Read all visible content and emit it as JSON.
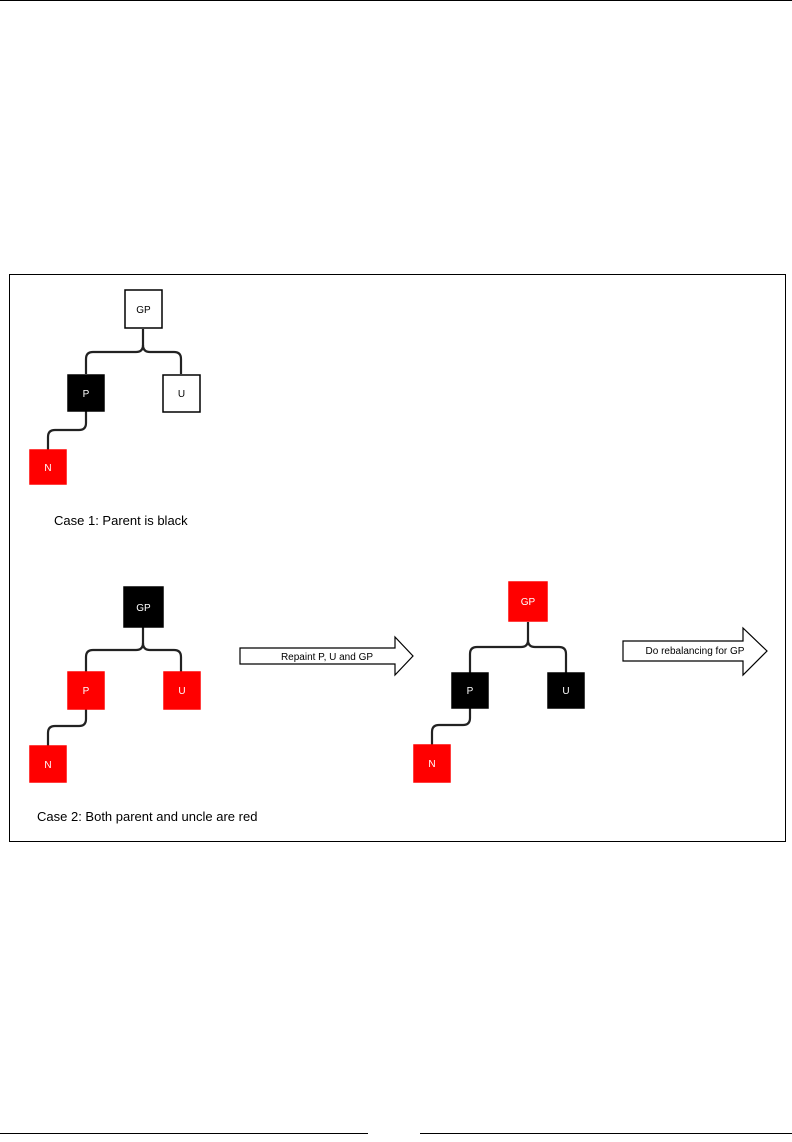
{
  "diagram": {
    "case1": {
      "caption": "Case 1: Parent is black",
      "nodes": {
        "gp": {
          "label": "GP",
          "color": "white"
        },
        "p": {
          "label": "P",
          "color": "black"
        },
        "u": {
          "label": "U",
          "color": "white"
        },
        "n": {
          "label": "N",
          "color": "red"
        }
      }
    },
    "case2": {
      "caption": "Case 2: Both parent and uncle are red",
      "before": {
        "gp": {
          "label": "GP",
          "color": "black"
        },
        "p": {
          "label": "P",
          "color": "red"
        },
        "u": {
          "label": "U",
          "color": "red"
        },
        "n": {
          "label": "N",
          "color": "red"
        }
      },
      "after": {
        "gp": {
          "label": "GP",
          "color": "red"
        },
        "p": {
          "label": "P",
          "color": "black"
        },
        "u": {
          "label": "U",
          "color": "black"
        },
        "n": {
          "label": "N",
          "color": "red"
        }
      },
      "arrow1_label": "Repaint P, U and GP",
      "arrow2_label": "Do rebalancing for GP"
    }
  },
  "colors": {
    "red": "#ff0000",
    "black": "#000000",
    "white": "#ffffff",
    "border": "#000000"
  }
}
